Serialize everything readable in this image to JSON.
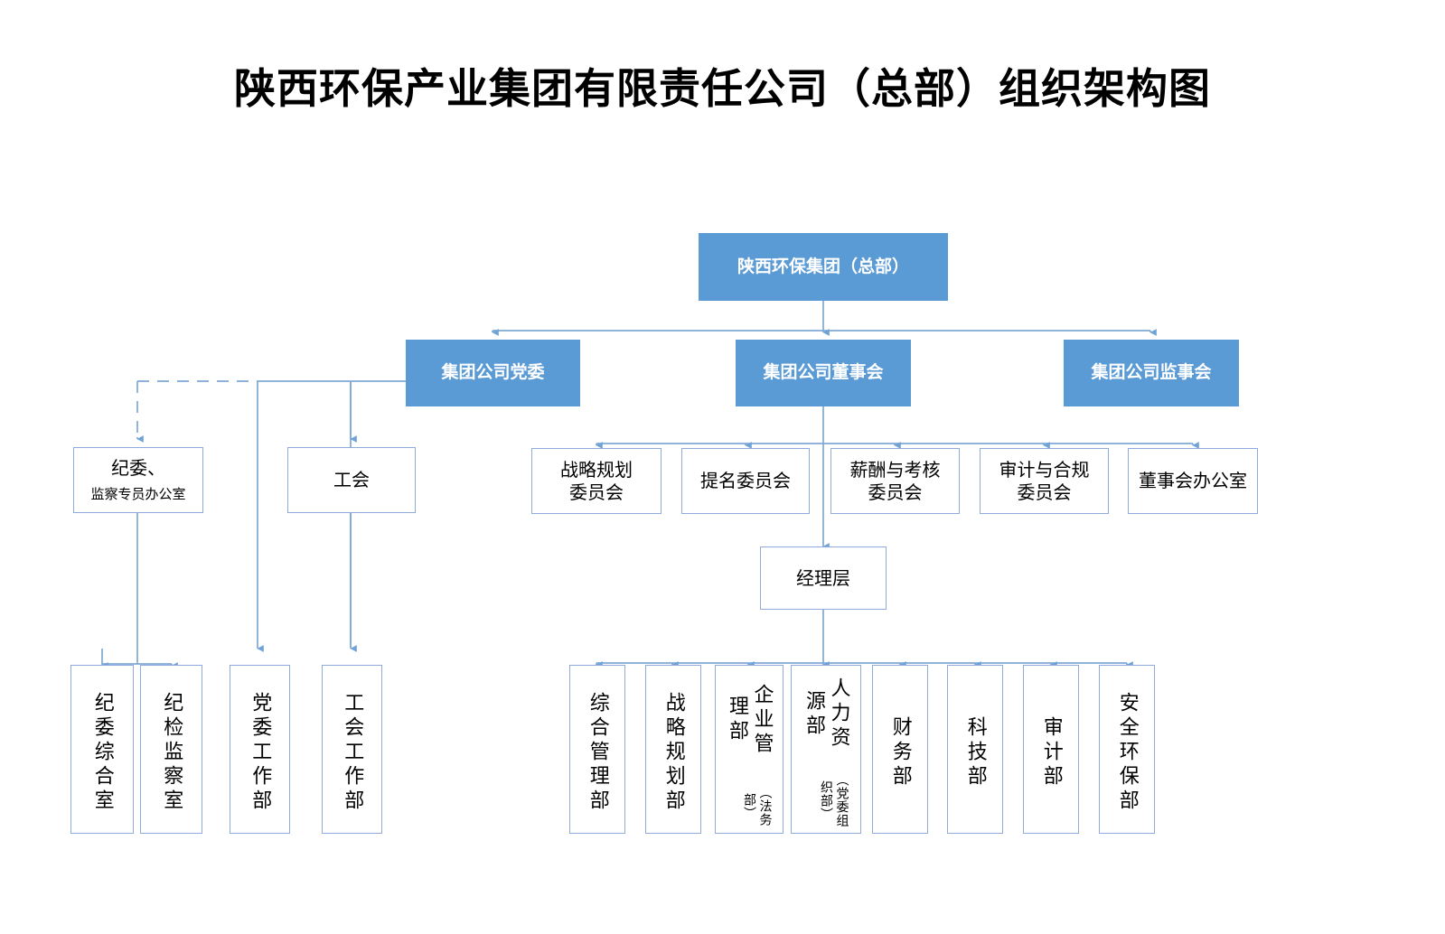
{
  "title": "陕西环保产业集团有限责任公司（总部）组织架构图",
  "colors": {
    "accent_blue": "#5B9BD5",
    "box_border": "#8FAADC",
    "connector": "#7FA8D4",
    "text_dark": "#000000",
    "text_on_blue": "#FFFFFF",
    "background": "#FFFFFF"
  },
  "chart_data": {
    "type": "diagram",
    "title": "陕西环保产业集团有限责任公司（总部）组织架构图",
    "orientation": "top-down org chart"
  },
  "nodes": {
    "root": {
      "label": "陕西环保集团（总部）"
    },
    "level2": [
      {
        "label": "集团公司党委"
      },
      {
        "label": "集团公司董事会"
      },
      {
        "label": "集团公司监事会"
      }
    ],
    "party_side": [
      {
        "label": "纪委、",
        "sub": "监察专员办公室"
      },
      {
        "label": "工会"
      }
    ],
    "board_committees": [
      {
        "line1": "战略规划",
        "line2": "委员会"
      },
      {
        "line1": "提名委员会",
        "line2": ""
      },
      {
        "line1": "薪酬与考核",
        "line2": "委员会"
      },
      {
        "line1": "审计与合规",
        "line2": "委员会"
      },
      {
        "line1": "董事会办公室",
        "line2": ""
      }
    ],
    "management": {
      "label": "经理层"
    },
    "party_departments": [
      {
        "label": "纪委综合室"
      },
      {
        "label": "纪检监察室"
      },
      {
        "label": "党委工作部"
      },
      {
        "label": "工会工作部"
      }
    ],
    "departments": [
      {
        "label": "综合管理部",
        "sub": ""
      },
      {
        "label": "战略规划部",
        "sub": ""
      },
      {
        "label": "企业管理部",
        "sub": "（法务部）"
      },
      {
        "label": "人力资源部",
        "sub": "（党委组织部）"
      },
      {
        "label": "财务部",
        "sub": ""
      },
      {
        "label": "科技部",
        "sub": ""
      },
      {
        "label": "审计部",
        "sub": ""
      },
      {
        "label": "安全环保部",
        "sub": ""
      }
    ]
  }
}
